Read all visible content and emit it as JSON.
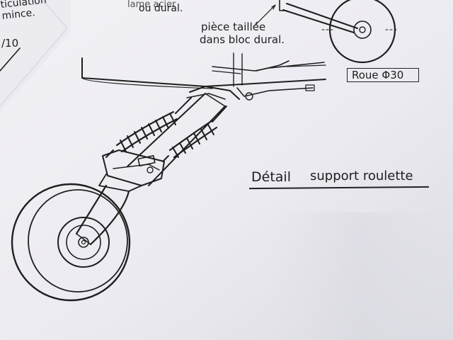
{
  "labels": {
    "articulation": "ticulation",
    "mince": "mince.",
    "fraction": "/10",
    "lame": "lame acier",
    "dural": "ou dural.",
    "piece": "pièce taillée",
    "dans": "dans bloc dural.",
    "roue": "Roue  Φ30",
    "detail": "Détail",
    "support": "support roulette"
  },
  "colors": {
    "paper": "#ecebf0",
    "ink": "#1e1e1e"
  }
}
